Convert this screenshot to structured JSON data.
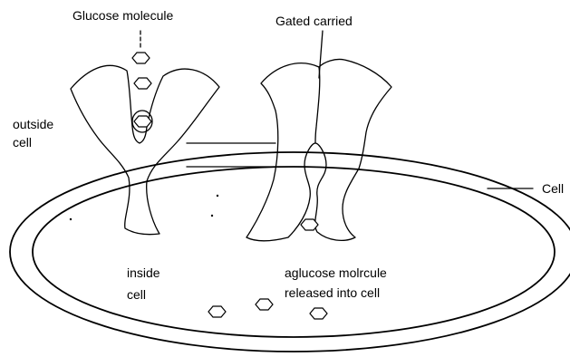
{
  "labels": {
    "glucose_molecule": "Glucose molecule",
    "gated_carrier": "Gated carried",
    "outside_cell_line1": "outside",
    "outside_cell_line2": "cell",
    "cell": "Cell",
    "inside_cell_line1": "inside",
    "inside_cell_line2": "cell",
    "released_line1": "aglucose molrcule",
    "released_line2": "released into cell"
  },
  "colors": {
    "ink": "#000000",
    "background": "#ffffff"
  }
}
